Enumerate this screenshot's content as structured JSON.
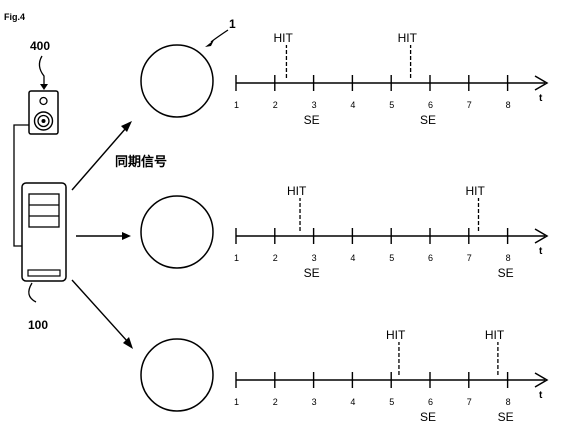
{
  "figure_label": "Fig.4",
  "speaker_ref": "400",
  "computer_ref": "100",
  "robot_ref": "1",
  "sync_signal_label": "同期信号",
  "axis_symbol": "t",
  "tick_labels": [
    "1",
    "2",
    "3",
    "4",
    "5",
    "6",
    "7",
    "8"
  ],
  "hit_label": "HIT",
  "se_label": "SE",
  "timelines": [
    {
      "hits": [
        2.3,
        5.5
      ],
      "se": [
        3,
        6
      ]
    },
    {
      "hits": [
        2.65,
        7.25
      ],
      "se": [
        3,
        8
      ]
    },
    {
      "hits": [
        5.2,
        7.75
      ],
      "se": [
        6,
        8
      ]
    }
  ]
}
